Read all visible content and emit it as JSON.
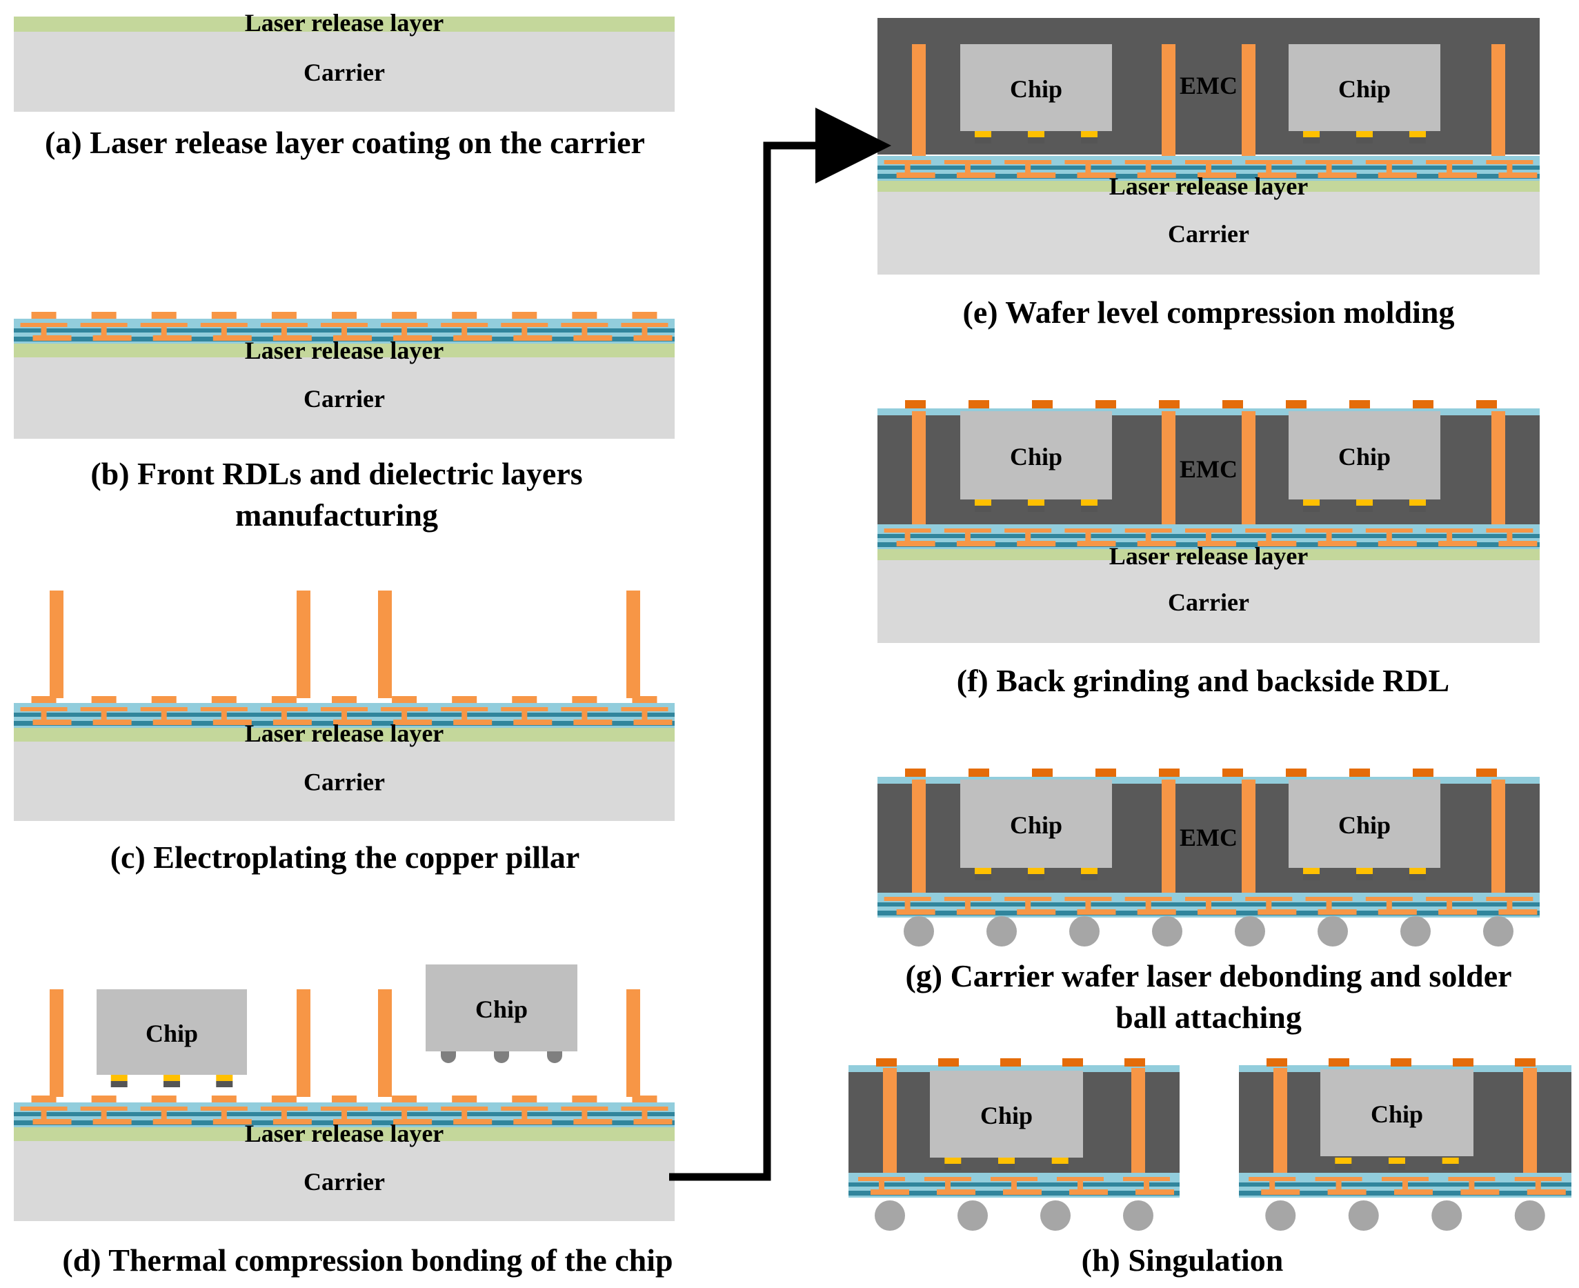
{
  "colors": {
    "carrier": "#D9D9D9",
    "release_layer": "#C4D79B",
    "dielectric_light": "#92CDDC",
    "dielectric_dark": "#31859C",
    "copper": "#F79646",
    "copper_top": "#E46C0A",
    "chip": "#BFBFBF",
    "emc": "#595959",
    "solder": "#A6A6A6",
    "microbump_cap": "#FFC000",
    "arrow": "#000000"
  },
  "labels": {
    "carrier": "Carrier",
    "release_layer": "Laser release layer",
    "chip": "Chip",
    "emc": "EMC"
  },
  "steps": [
    {
      "id": "a",
      "caption": [
        "(a) Laser release layer coating on the carrier"
      ]
    },
    {
      "id": "b",
      "caption": [
        "(b) Front RDLs and dielectric layers",
        "manufacturing"
      ]
    },
    {
      "id": "c",
      "caption": [
        "(c) Electroplating the copper pillar"
      ]
    },
    {
      "id": "d",
      "caption": [
        "(d) Thermal compression bonding of the chip"
      ]
    },
    {
      "id": "e",
      "caption": [
        "(e) Wafer level compression molding"
      ]
    },
    {
      "id": "f",
      "caption": [
        "(f) Back grinding and backside RDL"
      ]
    },
    {
      "id": "g",
      "caption": [
        "(g) Carrier wafer laser debonding and  solder",
        "ball attaching"
      ]
    },
    {
      "id": "h",
      "caption": [
        "(h) Singulation"
      ]
    }
  ]
}
